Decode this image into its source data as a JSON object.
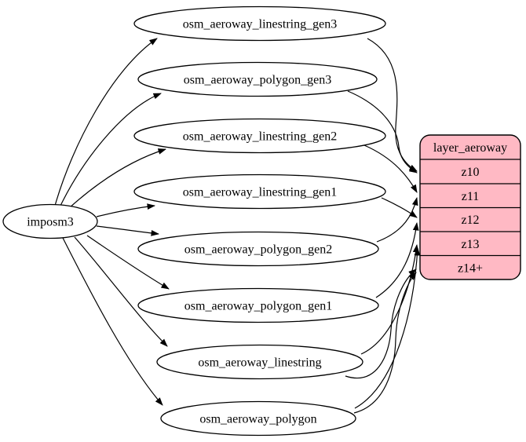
{
  "diagram": {
    "background_color": "#ffffff",
    "edge_color": "#000000",
    "source": {
      "label": "imposm3"
    },
    "tables": [
      {
        "label": "osm_aeroway_linestring_gen3"
      },
      {
        "label": "osm_aeroway_polygon_gen3"
      },
      {
        "label": "osm_aeroway_linestring_gen2"
      },
      {
        "label": "osm_aeroway_linestring_gen1"
      },
      {
        "label": "osm_aeroway_polygon_gen2"
      },
      {
        "label": "osm_aeroway_polygon_gen1"
      },
      {
        "label": "osm_aeroway_linestring"
      },
      {
        "label": "osm_aeroway_polygon"
      }
    ],
    "layer": {
      "title": "layer_aeroway",
      "zoom_rows": [
        "z10",
        "z11",
        "z12",
        "z13",
        "z14+"
      ],
      "fill_color": "#ffb9c4",
      "border_color": "#000000"
    },
    "edges": [
      {
        "from": "imposm3",
        "to": "osm_aeroway_linestring_gen3"
      },
      {
        "from": "imposm3",
        "to": "osm_aeroway_polygon_gen3"
      },
      {
        "from": "imposm3",
        "to": "osm_aeroway_linestring_gen2"
      },
      {
        "from": "imposm3",
        "to": "osm_aeroway_linestring_gen1"
      },
      {
        "from": "imposm3",
        "to": "osm_aeroway_polygon_gen2"
      },
      {
        "from": "imposm3",
        "to": "osm_aeroway_polygon_gen1"
      },
      {
        "from": "imposm3",
        "to": "osm_aeroway_linestring"
      },
      {
        "from": "imposm3",
        "to": "osm_aeroway_polygon"
      },
      {
        "from": "osm_aeroway_linestring_gen3",
        "to": "layer_aeroway.z10"
      },
      {
        "from": "osm_aeroway_polygon_gen3",
        "to": "layer_aeroway.z10"
      },
      {
        "from": "osm_aeroway_linestring_gen2",
        "to": "layer_aeroway.z11"
      },
      {
        "from": "osm_aeroway_polygon_gen2",
        "to": "layer_aeroway.z11"
      },
      {
        "from": "osm_aeroway_linestring_gen1",
        "to": "layer_aeroway.z12"
      },
      {
        "from": "osm_aeroway_polygon_gen1",
        "to": "layer_aeroway.z12"
      },
      {
        "from": "osm_aeroway_linestring",
        "to": "layer_aeroway.z13"
      },
      {
        "from": "osm_aeroway_linestring",
        "to": "layer_aeroway.z14+"
      },
      {
        "from": "osm_aeroway_polygon",
        "to": "layer_aeroway.z13"
      },
      {
        "from": "osm_aeroway_polygon",
        "to": "layer_aeroway.z14+"
      }
    ]
  }
}
